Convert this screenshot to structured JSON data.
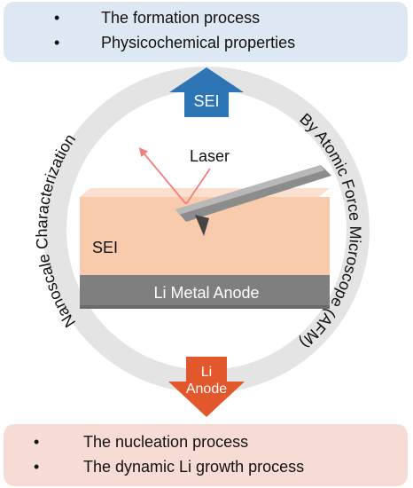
{
  "top_panel": {
    "bullets": [
      "The formation process",
      "Physicochemical properties"
    ],
    "bullet_symbol": "•",
    "color": "#dde8f2"
  },
  "bottom_panel": {
    "bullets": [
      "The nucleation process",
      "The dynamic Li growth process"
    ],
    "bullet_symbol": "•",
    "color": "#f7dcd5"
  },
  "ring": {
    "left_text": "Nanoscale Characterization",
    "right_text": "By Atomic Force Microscope (AFM)",
    "color": "#e4e4e4"
  },
  "arrows": {
    "up_label": "SEI",
    "up_color": "#2e75b6",
    "down_label_line1": "Li",
    "down_label_line2": "Anode",
    "down_color": "#e2572b"
  },
  "center": {
    "laser_label": "Laser",
    "sei_label": "SEI",
    "anode_label": "Li Metal Anode",
    "sei_color": "#f8cbad",
    "anode_color": "#7f7f7f",
    "laser_color": "#f08080"
  }
}
